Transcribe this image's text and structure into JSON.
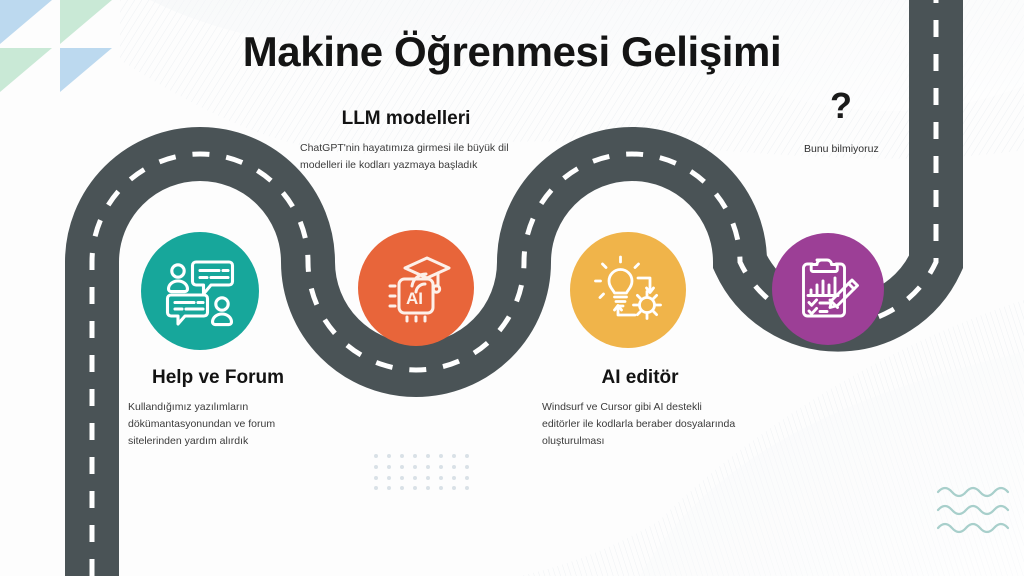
{
  "slide": {
    "title": "Makine Öğrenmesi Gelişimi",
    "background_color": "#fdfdfd",
    "road_color": "#4a5356",
    "road_dash_color": "#ffffff"
  },
  "milestones": [
    {
      "id": "help-forum",
      "icon_name": "chat-people-icon",
      "color": "#17a79b",
      "heading": "Help ve Forum",
      "body": "Kullandığımız yazılımların dökümantasyonundan ve forum sitelerinden yardım alırdık"
    },
    {
      "id": "llm-modelleri",
      "icon_name": "ai-chip-graduation-cap-icon",
      "color": "#e8653a",
      "heading": "LLM modelleri",
      "body": "ChatGPT'nin hayatımıza girmesi ile büyük dil modelleri ile kodları yazmaya başladık"
    },
    {
      "id": "ai-editor",
      "icon_name": "lightbulb-gear-cycle-icon",
      "color": "#f0b44a",
      "heading": "AI editör",
      "body": "Windsurf ve Cursor gibi AI destekli editörler ile kodlarla beraber dosyalarında oluşturulması"
    },
    {
      "id": "unknown-future",
      "icon_name": "clipboard-chart-pencil-icon",
      "color": "#9c3f96",
      "heading": "?",
      "body": "Bunu bilmiyoruz"
    }
  ],
  "decorations": {
    "triangles": {
      "name": "triangle-grid-decoration",
      "colors": [
        "#bcd9ef",
        "#c9e9d6",
        "#c9e9d6",
        "#bcd9ef"
      ]
    },
    "waves": {
      "name": "wavy-lines-decoration",
      "color": "#a8cfcb",
      "count": 3
    },
    "dots": {
      "name": "dot-grid-decoration",
      "color": "#d6dfe6",
      "columns": 8,
      "rows": 4
    }
  }
}
